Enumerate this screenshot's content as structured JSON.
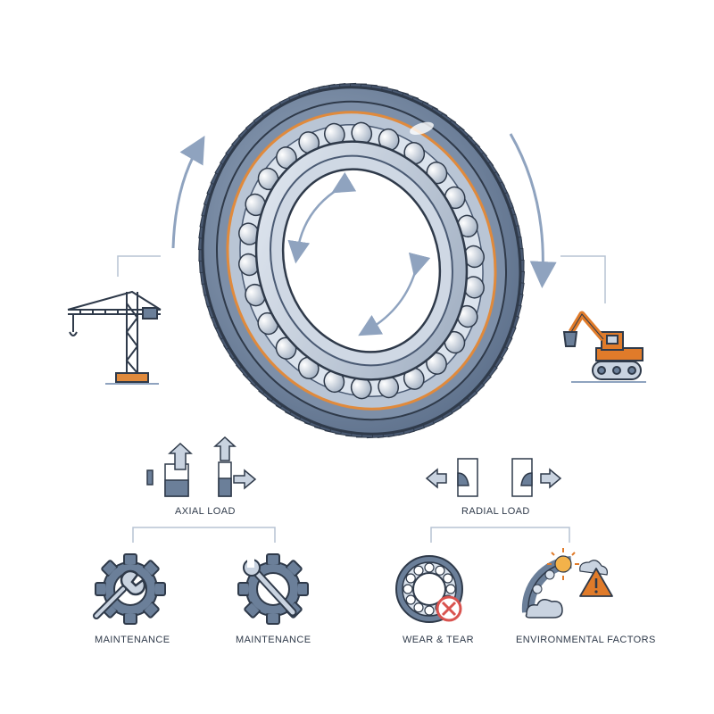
{
  "labels": {
    "axial_load": "AXIAL LOAD",
    "radial_load": "RADIAL LOAD",
    "maintenance_1": "MAINTENANCE",
    "maintenance_2": "MAINTENANCE",
    "wear_tear": "WEAR & TEAR",
    "environmental": "ENVIRONMENTAL FACTORS"
  },
  "colors": {
    "outline": "#2f3a4a",
    "steel": "#6b7f99",
    "steel_light": "#c9d3e0",
    "steel_dark": "#4a5a73",
    "ring_accent": "#e08a3c",
    "arrow": "#8fa3bf",
    "warning": "#e07b2a",
    "error": "#d9534f"
  },
  "icons": [
    "tower-crane-icon",
    "excavator-icon",
    "axial-load-icon",
    "radial-load-icon",
    "gear-wrench-icon",
    "bearing-wear-icon",
    "environment-warning-icon"
  ]
}
